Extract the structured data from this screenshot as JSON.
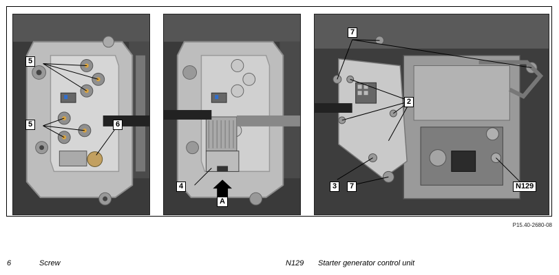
{
  "figure": {
    "callouts": {
      "p1_5a": "5",
      "p1_5b": "5",
      "p1_6": "6",
      "p2_4": "4",
      "p2_A": "A",
      "p3_7a": "7",
      "p3_2": "2",
      "p3_3": "3",
      "p3_7b": "7",
      "p3_N129": "N129"
    },
    "reference_code": "P15.40-2680-08"
  },
  "legend": [
    {
      "number": "6",
      "description": "Screw"
    },
    {
      "number": "N129",
      "description": "Starter generator control unit"
    }
  ]
}
